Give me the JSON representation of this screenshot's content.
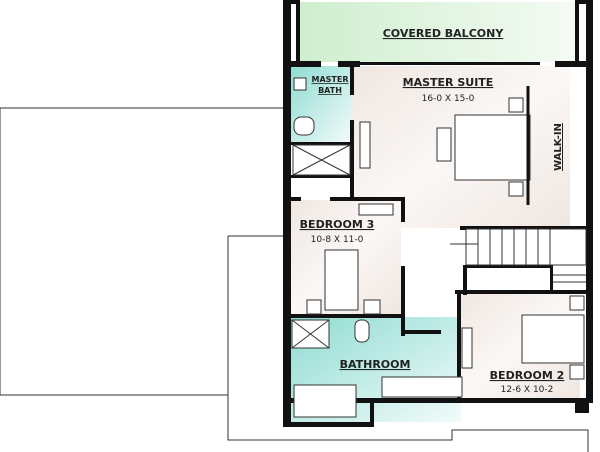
{
  "plan": {
    "rooms": {
      "covered_balcony": {
        "label": "COVERED BALCONY"
      },
      "master_suite": {
        "label": "MASTER SUITE",
        "dimensions": "16-0 X 15-0"
      },
      "master_bath": {
        "label_line1": "MASTER",
        "label_line2": "BATH"
      },
      "walk_in": {
        "label": "WALK-IN"
      },
      "bedroom_3": {
        "label": "BEDROOM 3",
        "dimensions": "10-8 X 11-0"
      },
      "bathroom": {
        "label": "BATHROOM"
      },
      "bedroom_2": {
        "label": "BEDROOM 2",
        "dimensions": "12-6 X 10-2"
      }
    },
    "colors": {
      "balcony": "#dff3df",
      "bath": "#9fe0d8",
      "bedroom": "#f1ebe6",
      "wall": "#111111"
    }
  }
}
